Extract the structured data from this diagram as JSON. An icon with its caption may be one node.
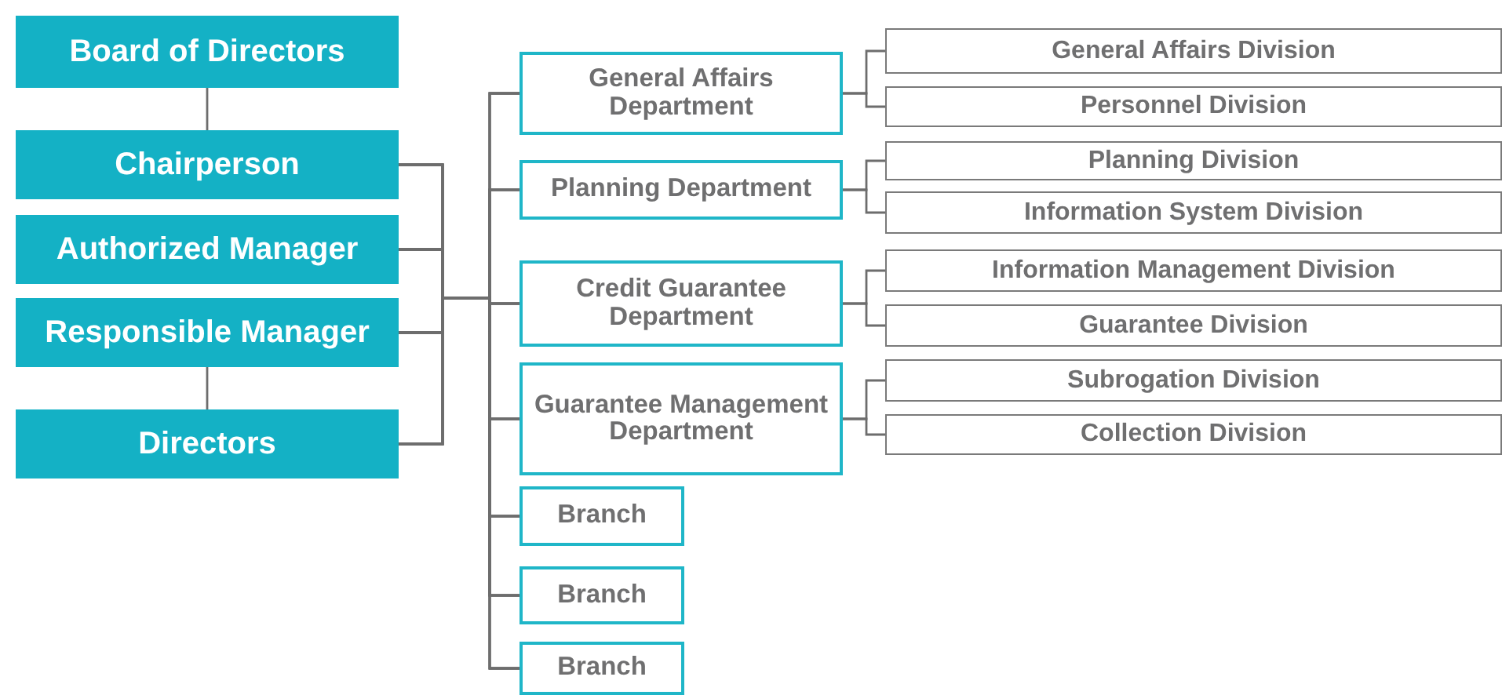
{
  "diagram": {
    "nodes": [
      {
        "text": [
          "Board of Directors"
        ]
      },
      {
        "text": [
          "Chairperson"
        ]
      },
      {
        "text": [
          "Authorized Manager"
        ]
      },
      {
        "text": [
          "Responsible Manager"
        ]
      },
      {
        "text": [
          "Directors"
        ]
      },
      {
        "text": [
          "General Affairs Department"
        ]
      },
      {
        "text": [
          "Planning Department"
        ]
      },
      {
        "text": [
          "Credit Guarantee Department"
        ]
      },
      {
        "text": [
          "Guarantee Management Department"
        ]
      },
      {
        "text": [
          "Branch"
        ]
      },
      {
        "text": [
          "Branch"
        ]
      },
      {
        "text": [
          "Branch"
        ]
      },
      {
        "text": [
          "General Affairs Division"
        ]
      },
      {
        "text": [
          "Personnel Division"
        ]
      },
      {
        "text": [
          "Planning Division"
        ]
      },
      {
        "text": [
          "Information System Division"
        ]
      },
      {
        "text": [
          "Information Management Division"
        ]
      },
      {
        "text": [
          "Guarantee Division"
        ]
      },
      {
        "text": [
          "Subrogation Division"
        ]
      },
      {
        "text": [
          "Collection Division"
        ]
      }
    ],
    "edges": [
      {
        "from": 0,
        "to": 1,
        "arrow": "none"
      },
      {
        "from": 3,
        "to": 4,
        "arrow": "none"
      },
      {
        "from": 1,
        "to": 5,
        "arrow": "none"
      },
      {
        "from": 1,
        "to": 6,
        "arrow": "none"
      },
      {
        "from": 1,
        "to": 7,
        "arrow": "none"
      },
      {
        "from": 1,
        "to": 8,
        "arrow": "none"
      },
      {
        "from": 1,
        "to": 9,
        "arrow": "none"
      },
      {
        "from": 1,
        "to": 10,
        "arrow": "none"
      },
      {
        "from": 1,
        "to": 11,
        "arrow": "none"
      },
      {
        "from": 2,
        "to": 5,
        "arrow": "none"
      },
      {
        "from": 2,
        "to": 6,
        "arrow": "none"
      },
      {
        "from": 2,
        "to": 7,
        "arrow": "none"
      },
      {
        "from": 2,
        "to": 8,
        "arrow": "none"
      },
      {
        "from": 2,
        "to": 9,
        "arrow": "none"
      },
      {
        "from": 2,
        "to": 10,
        "arrow": "none"
      },
      {
        "from": 2,
        "to": 11,
        "arrow": "none"
      },
      {
        "from": 3,
        "to": 5,
        "arrow": "none"
      },
      {
        "from": 3,
        "to": 6,
        "arrow": "none"
      },
      {
        "from": 3,
        "to": 7,
        "arrow": "none"
      },
      {
        "from": 3,
        "to": 8,
        "arrow": "none"
      },
      {
        "from": 3,
        "to": 9,
        "arrow": "none"
      },
      {
        "from": 3,
        "to": 10,
        "arrow": "none"
      },
      {
        "from": 3,
        "to": 11,
        "arrow": "none"
      },
      {
        "from": 4,
        "to": 5,
        "arrow": "none"
      },
      {
        "from": 4,
        "to": 6,
        "arrow": "none"
      },
      {
        "from": 4,
        "to": 7,
        "arrow": "none"
      },
      {
        "from": 4,
        "to": 8,
        "arrow": "none"
      },
      {
        "from": 4,
        "to": 9,
        "arrow": "none"
      },
      {
        "from": 4,
        "to": 10,
        "arrow": "none"
      },
      {
        "from": 4,
        "to": 11,
        "arrow": "none"
      },
      {
        "from": 5,
        "to": 12,
        "arrow": "none"
      },
      {
        "from": 5,
        "to": 13,
        "arrow": "none"
      },
      {
        "from": 6,
        "to": 14,
        "arrow": "none"
      },
      {
        "from": 6,
        "to": 15,
        "arrow": "none"
      },
      {
        "from": 7,
        "to": 16,
        "arrow": "none"
      },
      {
        "from": 7,
        "to": 17,
        "arrow": "none"
      },
      {
        "from": 8,
        "to": 18,
        "arrow": "none"
      },
      {
        "from": 8,
        "to": 19,
        "arrow": "none"
      }
    ]
  }
}
